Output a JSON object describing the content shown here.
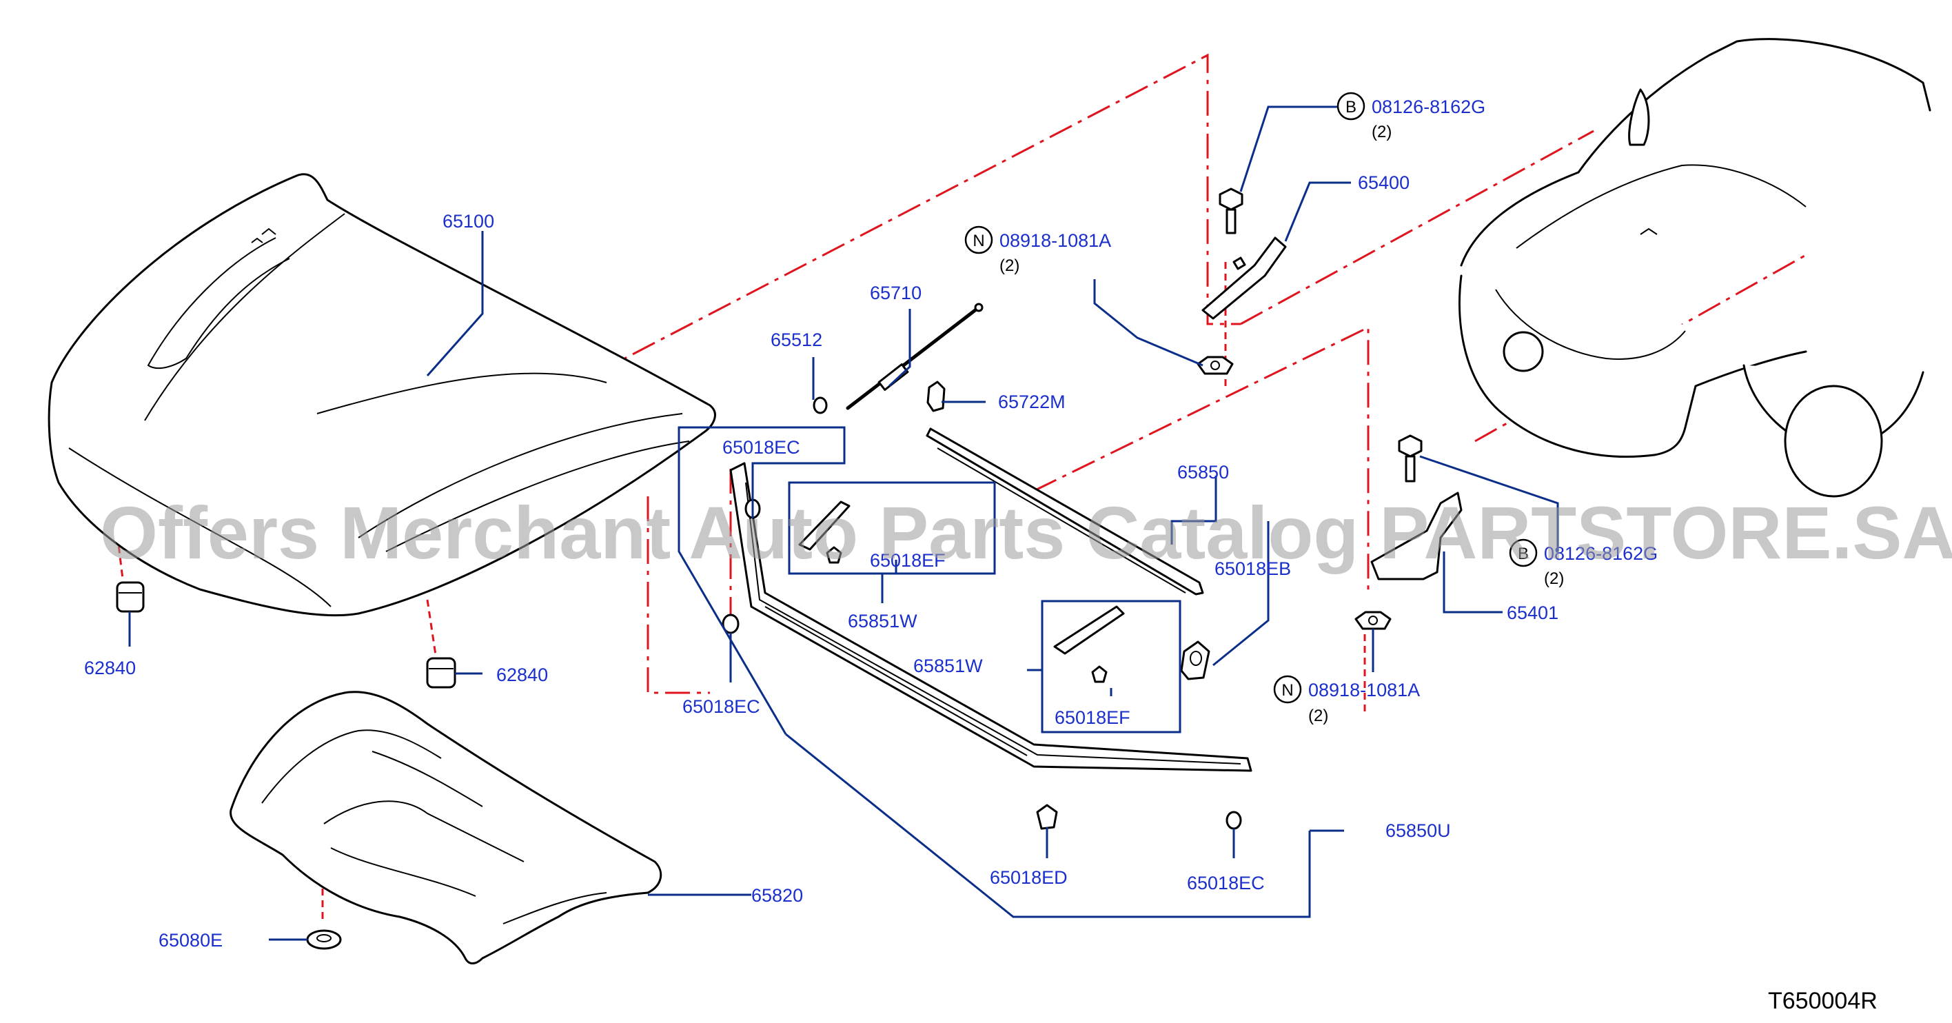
{
  "watermark": "Offers Merchant Auto Parts Catalog PARTSTORE.SA",
  "diagram_code": "T650004R",
  "labels": {
    "hood": "65100",
    "bumper_left": "62840",
    "bumper_right": "62840",
    "insulator": "65820",
    "insulator_clip": "65080E",
    "stay_rod": "65710",
    "stay_clip": "65512",
    "stay_holder": "65722M",
    "seal_front": "65850",
    "seal_upper": "65850U",
    "seal_w1": "65851W",
    "seal_w2": "65851W",
    "clip_ec_top": "65018EC",
    "clip_ec_left": "65018EC",
    "clip_ec_bottom": "65018EC",
    "clip_ef_1": "65018EF",
    "clip_ef_2": "65018EF",
    "clip_eb": "65018EB",
    "clip_ed": "65018ED",
    "hinge_lh": "65400",
    "hinge_rh": "65401",
    "bolt_top": "08126-8162G",
    "bolt_top_qty": "(2)",
    "bolt_right": "08126-8162G",
    "bolt_right_qty": "(2)",
    "nut_top": "08918-1081A",
    "nut_top_qty": "(2)",
    "nut_right": "08918-1081A",
    "nut_right_qty": "(2)",
    "badge_b1": "B",
    "badge_b2": "B",
    "badge_n1": "N",
    "badge_n2": "N"
  },
  "colors": {
    "label": "#1a2fcc",
    "leader": "#0a2e8a",
    "dash": "#e0141e"
  }
}
